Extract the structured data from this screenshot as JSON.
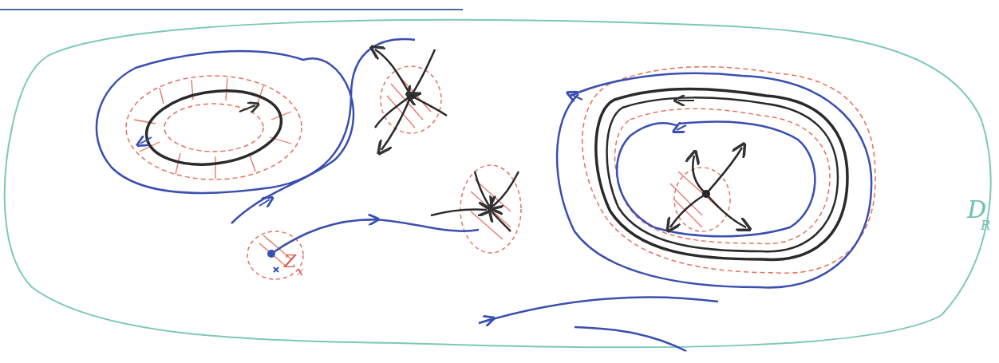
{
  "diagram": {
    "labels": [
      "Z",
      "x",
      "D",
      "R"
    ]
  }
}
